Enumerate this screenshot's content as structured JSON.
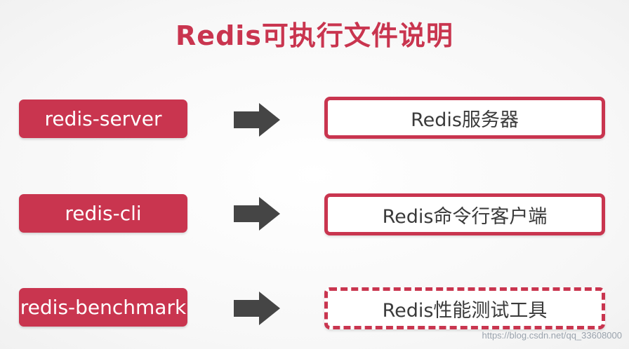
{
  "title": "Redis可执行文件说明",
  "rows": [
    {
      "command": "redis-server",
      "description": "Redis服务器"
    },
    {
      "command": "redis-cli",
      "description": "Redis命令行客户端"
    },
    {
      "command": "redis-benchmark",
      "description": "Redis性能测试工具"
    }
  ],
  "watermark": "https://blog.csdn.net/qq_33608000",
  "colors": {
    "accent": "#c9354f",
    "arrow": "#454545",
    "text": "#3a3a3a"
  },
  "icons": {
    "arrow": "right-arrow-icon"
  }
}
